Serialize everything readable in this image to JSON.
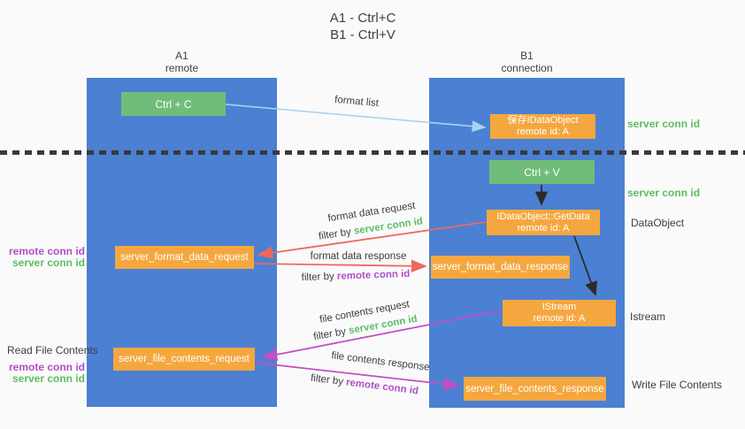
{
  "title": {
    "line1": "A1 - Ctrl+C",
    "line2": "B1 - Ctrl+V"
  },
  "lanes": {
    "left": {
      "name": "A1",
      "role": "remote"
    },
    "right": {
      "name": "B1",
      "role": "connection"
    }
  },
  "nodes": {
    "ctrl_c": {
      "label": "Ctrl + C"
    },
    "ctrl_v": {
      "label": "Ctrl + V"
    },
    "save_dataobject": {
      "line1": "保存IDataObject",
      "line2": "remote id: A"
    },
    "getdata": {
      "line1": "IDataObject::GetData",
      "line2": "remote id: A"
    },
    "istream": {
      "line1": "IStream",
      "line2": "remote id: A"
    },
    "format_request": {
      "label": "server_format_data_request"
    },
    "format_response": {
      "label": "server_format_data_response"
    },
    "file_request": {
      "label": "server_file_contents_request"
    },
    "file_response": {
      "label": "server_file_contents_response"
    }
  },
  "arrow_labels": {
    "format_list": "format list",
    "format_data_request": "format data request",
    "format_data_response": "format data response",
    "file_contents_request": "file contents request",
    "file_contents_response": "file contents response",
    "filter_by": "filter by",
    "server_conn_id": "server conn id",
    "remote_conn_id": "remote conn id"
  },
  "side_labels": {
    "server_conn_id": "server conn id",
    "remote_conn_id": "remote conn id",
    "dataobject": "DataObject",
    "istream": "Istream",
    "read_file_contents": "Read File Contents",
    "write_file_contents": "Write File Contents"
  },
  "colors": {
    "lane_blue": "#4b80d3",
    "node_orange": "#f5a73f",
    "node_green": "#70bd79",
    "conn_id_green": "#5cbd63",
    "conn_id_purple": "#b04fc7",
    "arrow_red": "#ed685e",
    "arrow_magenta": "#c24fc3",
    "arrow_light_blue": "#a9d4f1",
    "arrow_black": "#2b2b2b",
    "separator_black": "#3a3a3a",
    "text_gray": "#3d3d3d"
  }
}
